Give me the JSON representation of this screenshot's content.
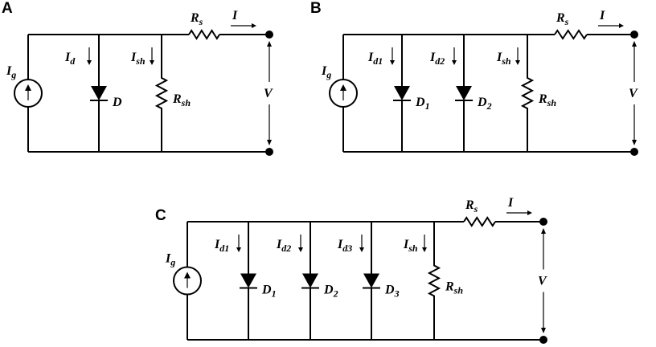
{
  "panels": [
    {
      "letter": "A",
      "source": {
        "main": "I",
        "sub": "g"
      },
      "series_resistor": {
        "main": "R",
        "sub": "s"
      },
      "output_current": {
        "main": "I",
        "sub": ""
      },
      "voltage": {
        "main": "V",
        "sub": ""
      },
      "shunt_current": {
        "main": "I",
        "sub": "sh"
      },
      "shunt_resistor": {
        "main": "R",
        "sub": "sh"
      },
      "diodes": [
        {
          "current": {
            "main": "I",
            "sub": "d"
          },
          "label": {
            "main": "D",
            "sub": ""
          }
        }
      ]
    },
    {
      "letter": "B",
      "source": {
        "main": "I",
        "sub": "g"
      },
      "series_resistor": {
        "main": "R",
        "sub": "s"
      },
      "output_current": {
        "main": "I",
        "sub": ""
      },
      "voltage": {
        "main": "V",
        "sub": ""
      },
      "shunt_current": {
        "main": "I",
        "sub": "sh"
      },
      "shunt_resistor": {
        "main": "R",
        "sub": "sh"
      },
      "diodes": [
        {
          "current": {
            "main": "I",
            "sub": "d1"
          },
          "label": {
            "main": "D",
            "sub": "1"
          }
        },
        {
          "current": {
            "main": "I",
            "sub": "d2"
          },
          "label": {
            "main": "D",
            "sub": "2"
          }
        }
      ]
    },
    {
      "letter": "C",
      "source": {
        "main": "I",
        "sub": "g"
      },
      "series_resistor": {
        "main": "R",
        "sub": "s"
      },
      "output_current": {
        "main": "I",
        "sub": ""
      },
      "voltage": {
        "main": "V",
        "sub": ""
      },
      "shunt_current": {
        "main": "I",
        "sub": "sh"
      },
      "shunt_resistor": {
        "main": "R",
        "sub": "sh"
      },
      "diodes": [
        {
          "current": {
            "main": "I",
            "sub": "d1"
          },
          "label": {
            "main": "D",
            "sub": "1"
          }
        },
        {
          "current": {
            "main": "I",
            "sub": "d2"
          },
          "label": {
            "main": "D",
            "sub": "2"
          }
        },
        {
          "current": {
            "main": "I",
            "sub": "d3"
          },
          "label": {
            "main": "D",
            "sub": "3"
          }
        }
      ]
    }
  ]
}
